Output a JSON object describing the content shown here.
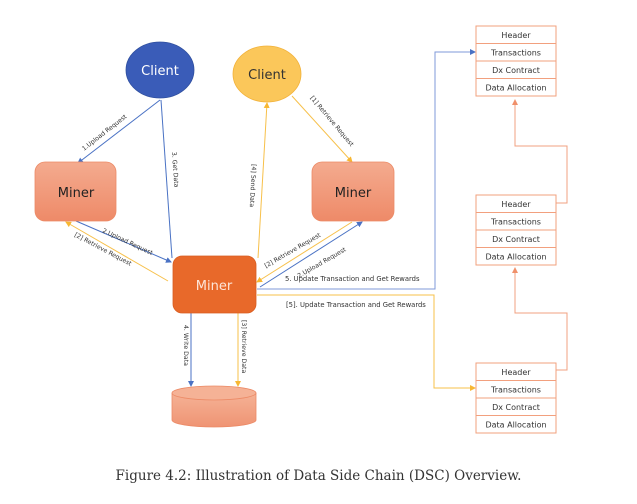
{
  "figure": {
    "caption": "Figure 4.2: Illustration of Data Side Chain (DSC) Overview.",
    "colors": {
      "upload_flow": "#4a72c4",
      "retrieve_flow": "#f7c04a",
      "client_upload": "#3a5cb8",
      "client_retrieve": "#fbc75a",
      "miner": "#f0957a",
      "central_miner": "#e8692a",
      "block_border": "#f2a07e",
      "chain_link": "#f0a080"
    }
  },
  "nodes": {
    "client_upload": "Client",
    "client_retrieve": "Client",
    "miner_left": "Miner",
    "miner_right": "Miner",
    "miner_center": "Miner"
  },
  "edges": {
    "upload_request_1": "1.Upload Request",
    "get_data_3": "3. Get Data",
    "retrieve_request_1": "[1] Retrieve Request",
    "send_data_4": "[4] Send Data",
    "upload_request_2_left": "2.Upload Request",
    "retrieve_request_2_left": "[2] Retrieve Request",
    "retrieve_request_2_right": "[2] Retrieve Request",
    "upload_request_2_right": "2.Upload Request",
    "update_5": "5. Update Transaction and Get Rewards",
    "update_5_retrieve": "[5]. Update Transaction and Get Rewards",
    "write_data_4": "4. Write Data",
    "retrieve_data_3": "[3] Retrieve Data"
  },
  "blocks": [
    {
      "fields": [
        "Header",
        "Transactions",
        "Dx Contract",
        "Data Allocation"
      ]
    },
    {
      "fields": [
        "Header",
        "Transactions",
        "Dx Contract",
        "Data Allocation"
      ]
    },
    {
      "fields": [
        "Header",
        "Transactions",
        "Dx Contract",
        "Data Allocation"
      ]
    }
  ]
}
